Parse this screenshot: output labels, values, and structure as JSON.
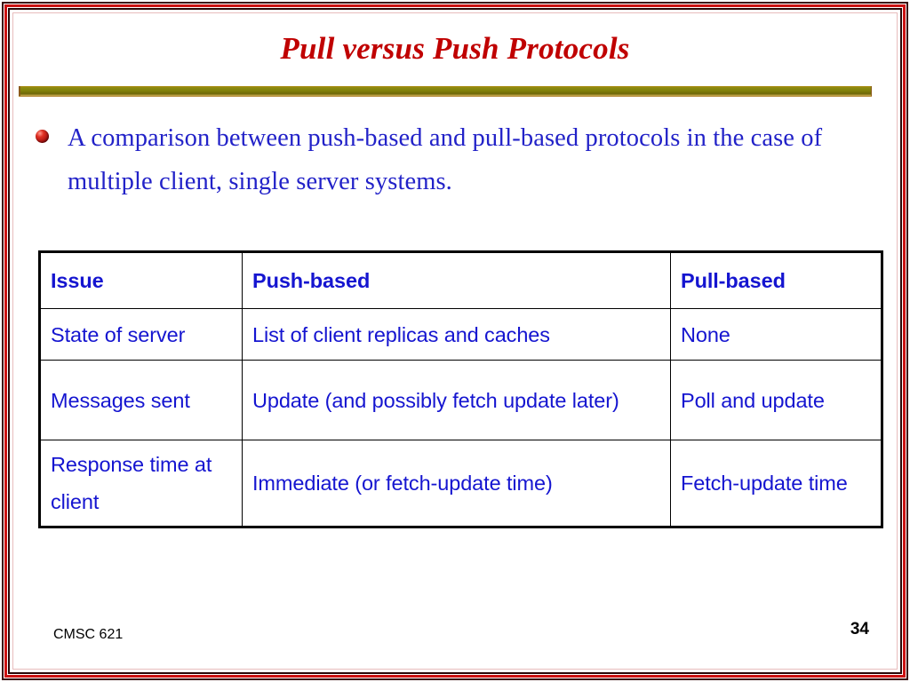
{
  "slide": {
    "title": "Pull versus Push Protocols",
    "accent_title_color": "#c00000",
    "body_text_color": "#2222c8",
    "table_text_color": "#1515d0",
    "divider_color": "#7f7d09",
    "frame_color": "#cc1111",
    "bullet_icon": "red-sphere-bullet"
  },
  "body": {
    "bullet": "A comparison between push-based and pull-based protocols in the case of multiple client, single server systems."
  },
  "table": {
    "headers": [
      "Issue",
      "Push-based",
      "Pull-based"
    ],
    "rows": [
      [
        "State of server",
        "List of client replicas and caches",
        "None"
      ],
      [
        "Messages sent",
        "Update (and possibly fetch update later)",
        "Poll and update"
      ],
      [
        "Response time at client",
        "Immediate (or fetch-update time)",
        "Fetch-update time"
      ]
    ]
  },
  "footer": {
    "course": "CMSC 621",
    "slide_number": "34"
  }
}
